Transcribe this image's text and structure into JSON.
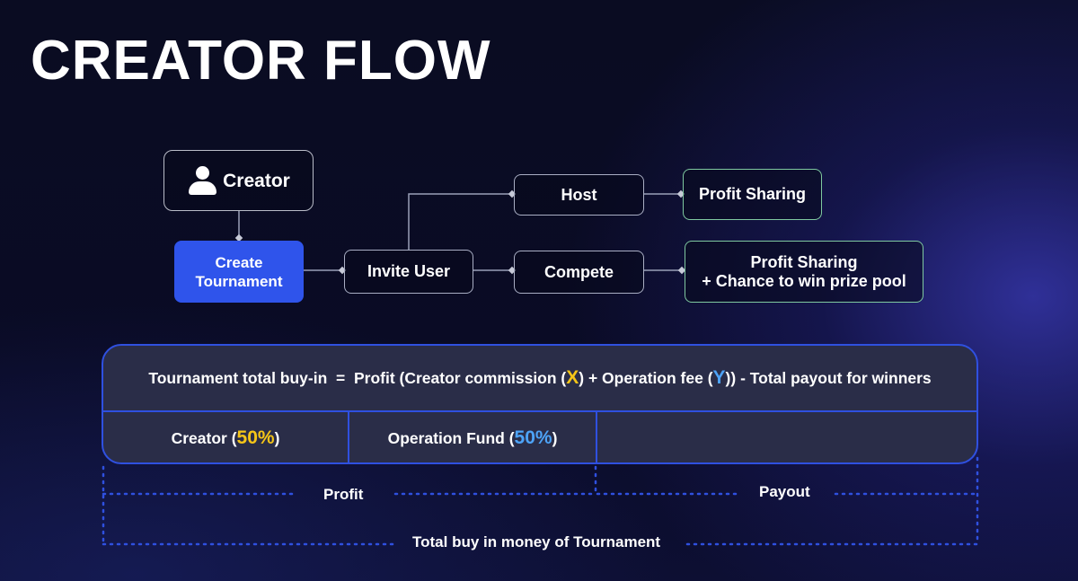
{
  "title": "CREATOR FLOW",
  "flow": {
    "creator": "Creator",
    "create_tournament": [
      "Create",
      "Tournament"
    ],
    "invite_user": "Invite User",
    "host": "Host",
    "compete": "Compete",
    "host_outcome": "Profit Sharing",
    "compete_outcome": [
      "Profit Sharing",
      "+ Chance to win prize pool"
    ]
  },
  "formula": {
    "lhs": "Tournament total buy-in  =  Profit (Creator commission (",
    "x": "X",
    "mid": ") + Operation fee (",
    "y": "Y",
    "rhs": ")) - Total payout for winners"
  },
  "split": {
    "creator_label": "Creator (",
    "creator_pct": "50%",
    "creator_close": ")",
    "fund_label": "Operation Fund (",
    "fund_pct": "50%",
    "fund_close": ")"
  },
  "brackets": {
    "profit": "Profit",
    "payout": "Payout",
    "total": "Total buy in money of Tournament"
  },
  "colors": {
    "accent_blue": "#2f54eb",
    "highlight_yellow": "#f5c518",
    "highlight_blue": "#4da3f7",
    "outcome_border": "#7fc9a0"
  }
}
